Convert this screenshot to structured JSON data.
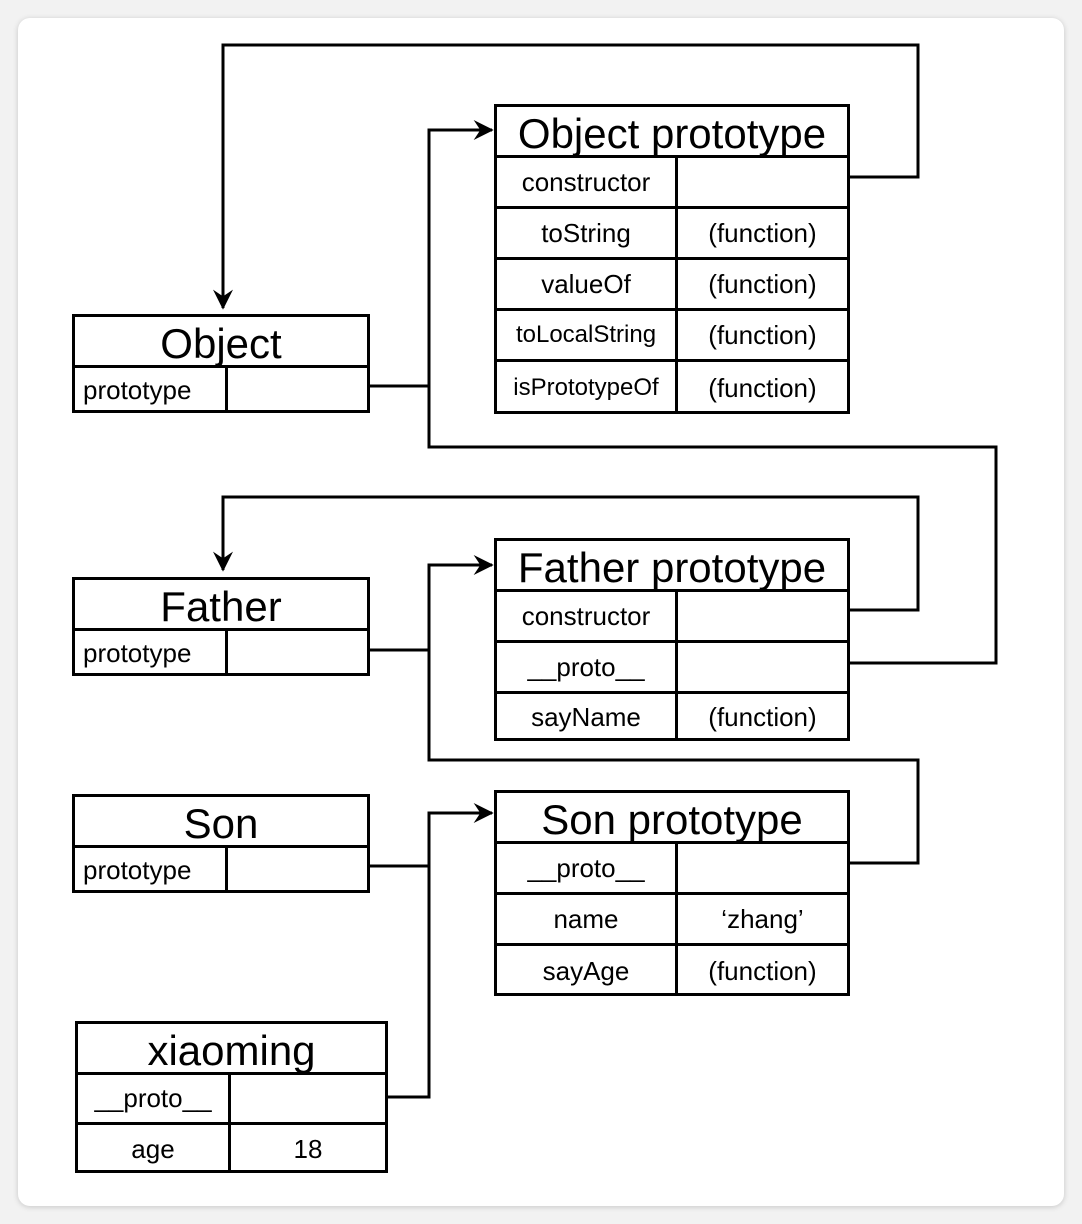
{
  "diagram": {
    "object": {
      "title": "Object",
      "rows": [
        {
          "key": "prototype",
          "value": ""
        }
      ]
    },
    "object_prototype": {
      "title": "Object prototype",
      "rows": [
        {
          "key": "constructor",
          "value": ""
        },
        {
          "key": "toString",
          "value": "(function)"
        },
        {
          "key": "valueOf",
          "value": "(function)"
        },
        {
          "key": "toLocalString",
          "value": "(function)"
        },
        {
          "key": "isPrototypeOf",
          "value": "(function)"
        }
      ]
    },
    "father": {
      "title": "Father",
      "rows": [
        {
          "key": "prototype",
          "value": ""
        }
      ]
    },
    "father_prototype": {
      "title": "Father prototype",
      "rows": [
        {
          "key": "constructor",
          "value": ""
        },
        {
          "key": "__proto__",
          "value": ""
        },
        {
          "key": "sayName",
          "value": "(function)"
        }
      ]
    },
    "son": {
      "title": "Son",
      "rows": [
        {
          "key": "prototype",
          "value": ""
        }
      ]
    },
    "son_prototype": {
      "title": "Son prototype",
      "rows": [
        {
          "key": "__proto__",
          "value": ""
        },
        {
          "key": "name",
          "value": "‘zhang’"
        },
        {
          "key": "sayAge",
          "value": "(function)"
        }
      ]
    },
    "xiaoming": {
      "title": "xiaoming",
      "rows": [
        {
          "key": "__proto__",
          "value": ""
        },
        {
          "key": "age",
          "value": "18"
        }
      ]
    }
  },
  "colors": {
    "line": "#000000",
    "card": "#ffffff",
    "backdrop": "#f2f2f2"
  }
}
